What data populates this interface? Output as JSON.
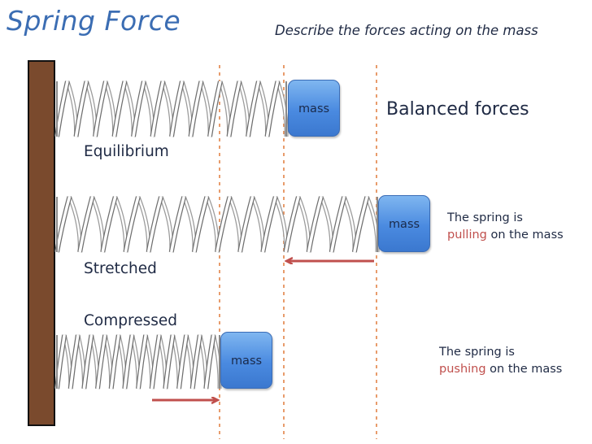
{
  "header": {
    "title": "Spring Force",
    "subtitle": "Describe the forces acting on the mass"
  },
  "states": {
    "equilibrium": {
      "label": "Equilibrium",
      "mass_label": "mass",
      "caption": "Balanced forces"
    },
    "stretched": {
      "label": "Stretched",
      "mass_label": "mass",
      "note_line1": "The spring is",
      "note_keyword": "pulling",
      "note_rest": " on the mass"
    },
    "compressed": {
      "label": "Compressed",
      "mass_label": "mass",
      "note_line1": "The spring is",
      "note_keyword": "pushing",
      "note_rest": " on the mass"
    }
  },
  "colors": {
    "title": "#3b6db3",
    "wall": "#7a4a2d",
    "guide_line": "#e07b3c",
    "arrow": "#c0504d",
    "mass": "#4a8ae0",
    "keyword": "#c0504d"
  }
}
